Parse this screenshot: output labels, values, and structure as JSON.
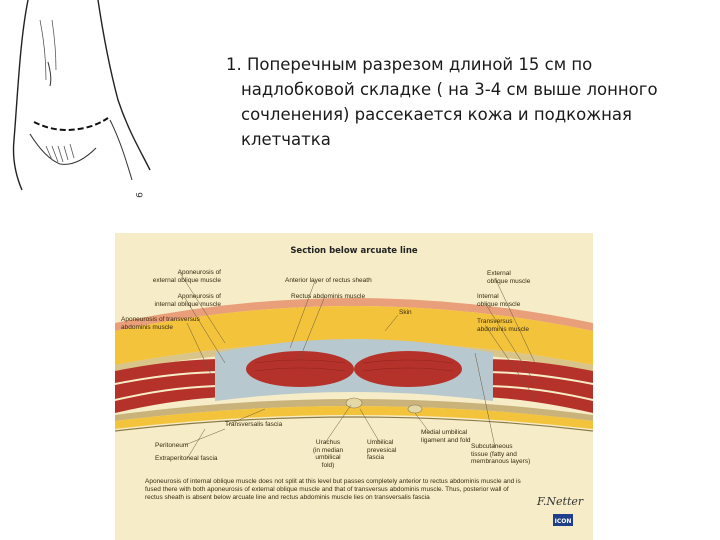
{
  "slide": {
    "lines": [
      "1. Поперечным разрезом длиной 15 см по",
      "надлобковой складке ( на 3-4 см выше лонного",
      "сочленения) рассекается кожа и подкожная",
      "клетчатка"
    ]
  },
  "sketch": {
    "figure_number": "6"
  },
  "plate": {
    "title": "Section below arcuate line",
    "labels": {
      "ext_aponeurosis": "Aponeurosis of\nexternal oblique muscle",
      "int_aponeurosis": "Aponeurosis of\ninternal oblique muscle",
      "trans_aponeurosis": "Aponeurosis of transversus\nabdominis muscle",
      "anterior_sheath": "Anterior layer of rectus sheath",
      "rectus": "Rectus abdominis muscle",
      "skin": "Skin",
      "external_oblique": "External\noblique muscle",
      "internal_oblique": "Internal\noblique muscle",
      "transversus": "Transversus\nabdominis muscle",
      "transversalis_fascia": "Transversalis fascia",
      "peritoneum": "Peritoneum",
      "extraperitoneal": "Extraperitoneal fascia",
      "urachus": "Urachus\n(in median\numbilical\nfold)",
      "umbilical_fascia": "Umbilical\nprevesical\nfascia",
      "medial_ligament": "Medial umbilical\nligament and fold",
      "subcutaneous": "Subcutaneous\ntissue (fatty and\nmembranous layers)"
    },
    "caption": "Aponeurosis of internal oblique muscle does not split at this level but passes completely anterior to rectus abdominis muscle and is fused there with both aponeurosis of external oblique muscle and that of transversus abdominis muscle. Thus, posterior wall of rectus sheath is absent below arcuate line and rectus abdominis muscle lies on transversalis fascia",
    "signature": "F.Netter",
    "brand": "ICON"
  },
  "colors": {
    "fat": "#f3c33c",
    "muscle": "#b5322a",
    "fascia": "#b8c8cf",
    "skin": "#e9a07a",
    "background": "#f6edc8"
  }
}
